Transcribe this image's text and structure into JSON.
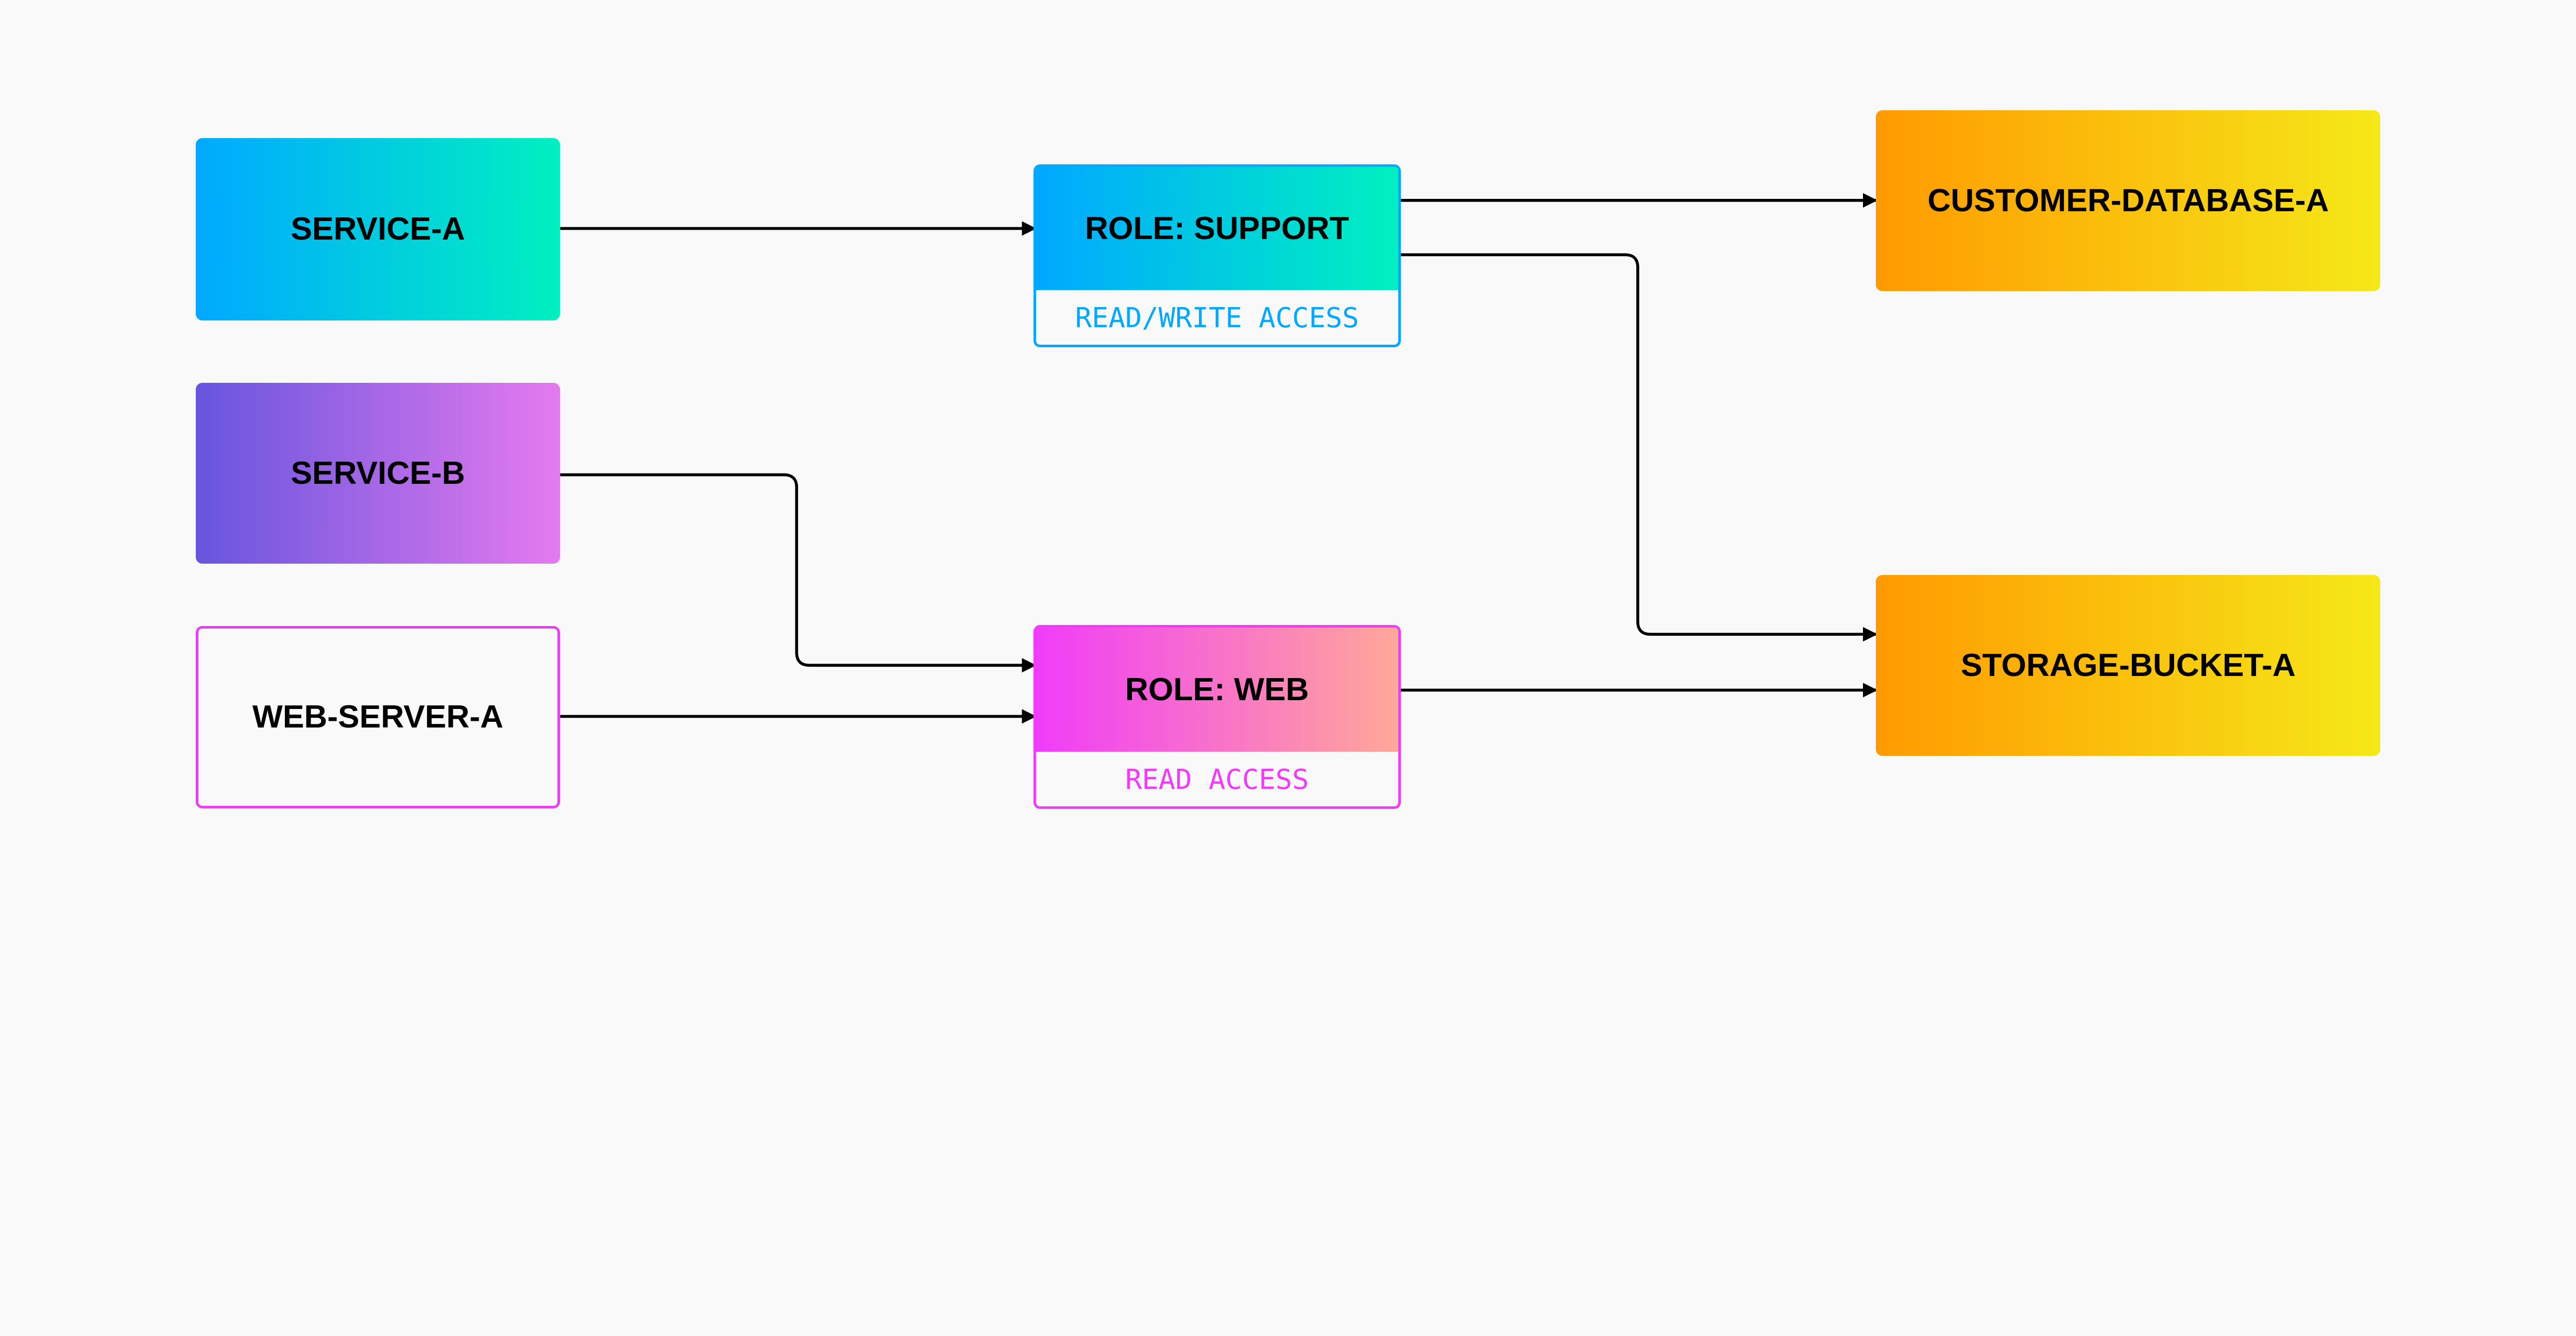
{
  "nodes": {
    "service_a": {
      "label": "SERVICE-A"
    },
    "service_b": {
      "label": "SERVICE-B"
    },
    "web_server_a": {
      "label": "WEB-SERVER-A"
    },
    "role_support": {
      "label": "ROLE: SUPPORT",
      "access": "READ/WRITE ACCESS"
    },
    "role_web": {
      "label": "ROLE: WEB",
      "access": "READ ACCESS"
    },
    "customer_database_a": {
      "label": "CUSTOMER-DATABASE-A"
    },
    "storage_bucket_a": {
      "label": "STORAGE-BUCKET-A"
    }
  },
  "edges": [
    {
      "from": "SERVICE-A",
      "to": "ROLE: SUPPORT"
    },
    {
      "from": "SERVICE-B",
      "to": "ROLE: WEB"
    },
    {
      "from": "WEB-SERVER-A",
      "to": "ROLE: WEB"
    },
    {
      "from": "ROLE: SUPPORT",
      "to": "CUSTOMER-DATABASE-A"
    },
    {
      "from": "ROLE: SUPPORT",
      "to": "STORAGE-BUCKET-A"
    },
    {
      "from": "ROLE: WEB",
      "to": "STORAGE-BUCKET-A"
    }
  ],
  "colors": {
    "background": "#f9f9f9",
    "service_a": [
      "#00a8ff",
      "#00f0c0"
    ],
    "service_b": [
      "#6655dd",
      "#e57aef"
    ],
    "web_server_border": "#e83ef0",
    "role_support": [
      "#00a8ff",
      "#00f0c0"
    ],
    "role_web": [
      "#f03cfa",
      "#ffa898"
    ],
    "resource": [
      "#ff9a00",
      "#f5e818"
    ]
  }
}
